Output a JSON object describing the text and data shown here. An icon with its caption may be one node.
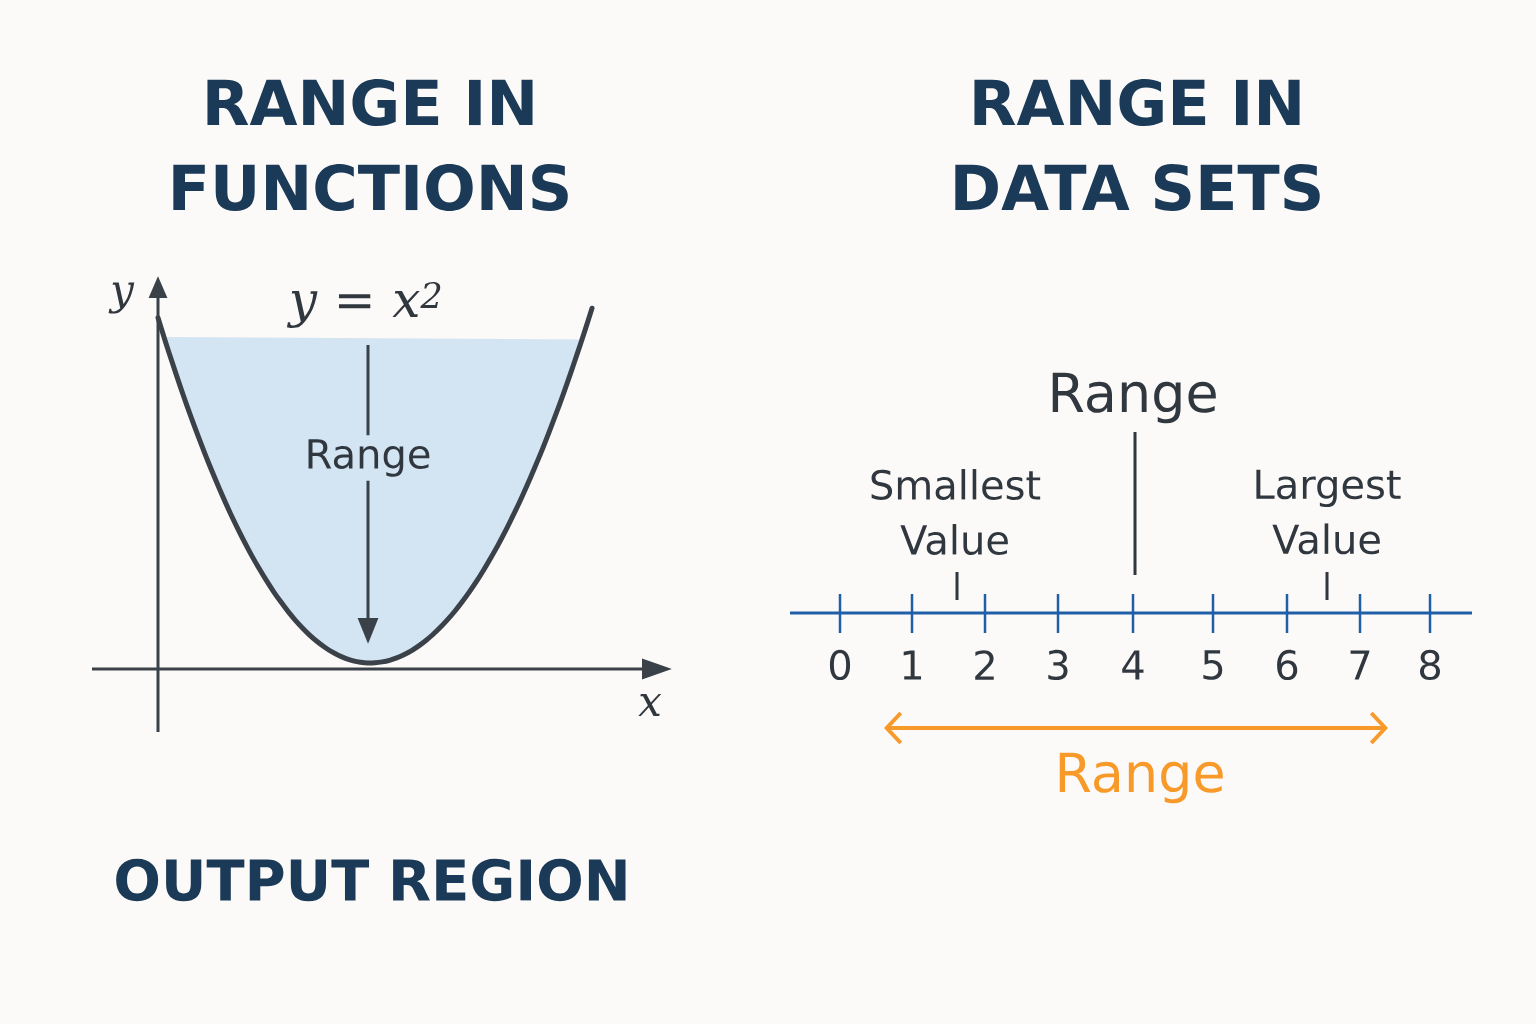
{
  "diagram": {
    "labels": [
      "RANGE IN FUNCTIONS",
      "RANGE IN DATA SETS",
      "y",
      "y = x$^{2}$",
      "Range",
      "Range",
      "Smallest Value",
      "Largest Value",
      "0",
      "1",
      "2",
      "3",
      "4",
      "5",
      "6",
      "7",
      "8",
      "x",
      "Range",
      "OUTPUT REGION"
    ]
  }
}
